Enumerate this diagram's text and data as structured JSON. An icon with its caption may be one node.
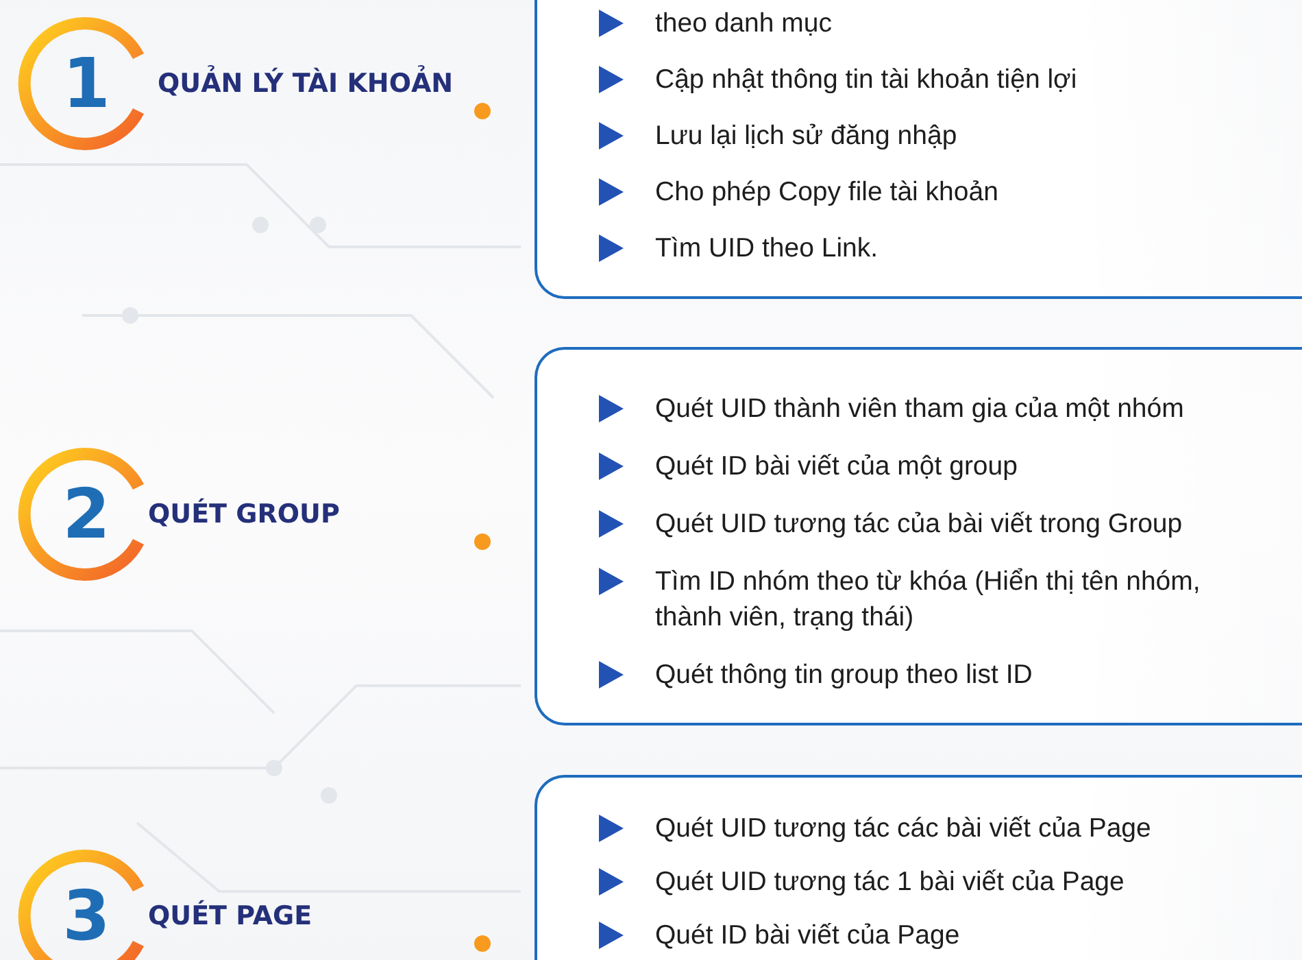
{
  "diagram": {
    "nodes": [
      {
        "text": [
          "1",
          "QUẢN LÝ TÀI KHOẢN"
        ]
      },
      {
        "text": [
          "theo danh mục",
          "Cập nhật thông tin tài khoản tiện lợi",
          "Lưu lại lịch sử đăng nhập",
          "Cho phép Copy file tài khoản",
          "Tìm UID theo Link."
        ]
      },
      {
        "text": [
          "2",
          "QUÉT GROUP"
        ]
      },
      {
        "text": [
          "Quét UID thành viên tham gia của một nhóm",
          "Quét ID bài viết của một group",
          "Quét UID tương tác của bài viết trong Group",
          "Tìm ID nhóm theo từ khóa (Hiển thị tên nhóm, thành viên, trạng thái)",
          "Quét thông tin group theo list ID"
        ]
      },
      {
        "text": [
          "3",
          "QUÉT PAGE"
        ]
      },
      {
        "text": [
          "Quét UID tương tác các bài viết của Page",
          "Quét UID tương tác 1 bài viết của Page",
          "Quét ID bài viết của Page"
        ]
      }
    ],
    "edges": []
  }
}
